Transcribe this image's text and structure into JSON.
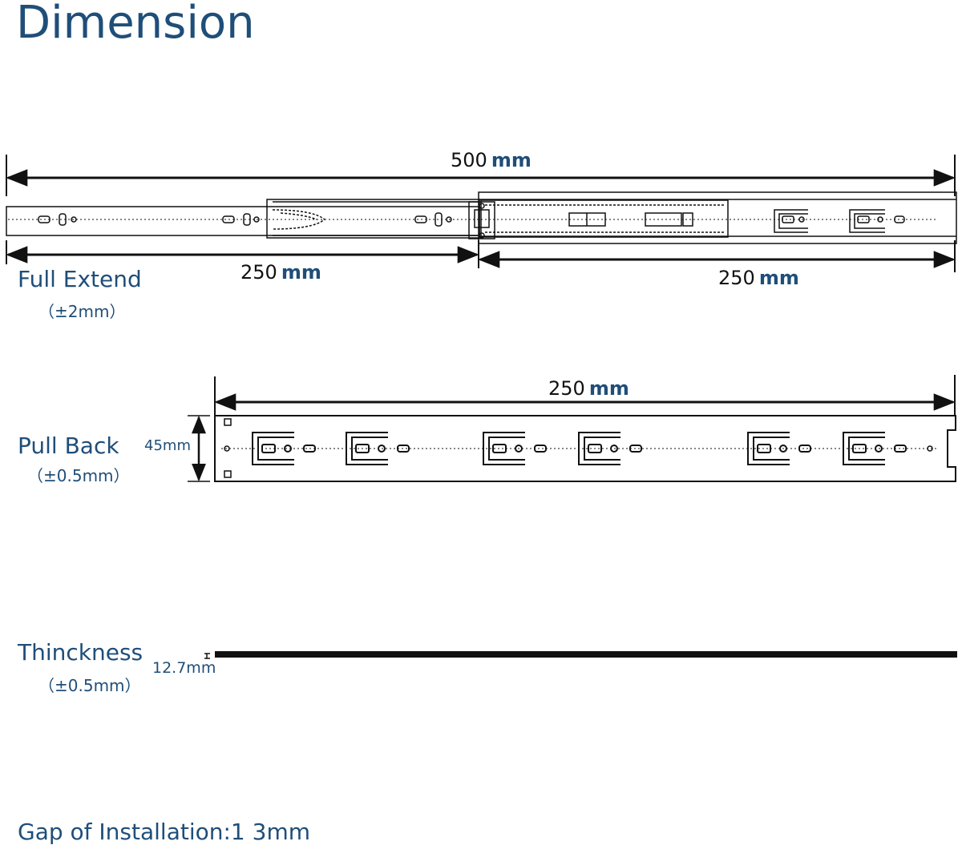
{
  "title": "Dimension",
  "full_extend": {
    "label": "Full Extend",
    "tolerance": "（±2mm）",
    "total_value": "500",
    "total_unit": "mm",
    "left_value": "250",
    "left_unit": "mm",
    "right_value": "250",
    "right_unit": "mm"
  },
  "pull_back": {
    "label": "Pull Back",
    "tolerance": "（±0.5mm）",
    "length_value": "250",
    "length_unit": "mm",
    "height_label": "45mm"
  },
  "thickness": {
    "label": "Thinckness",
    "tolerance": "（±0.5mm）",
    "value_label": "12.7mm"
  },
  "gap": {
    "label": "Gap of Installation:1 3mm"
  },
  "colors": {
    "label_blue": "#1f4e79",
    "line": "#111111"
  }
}
